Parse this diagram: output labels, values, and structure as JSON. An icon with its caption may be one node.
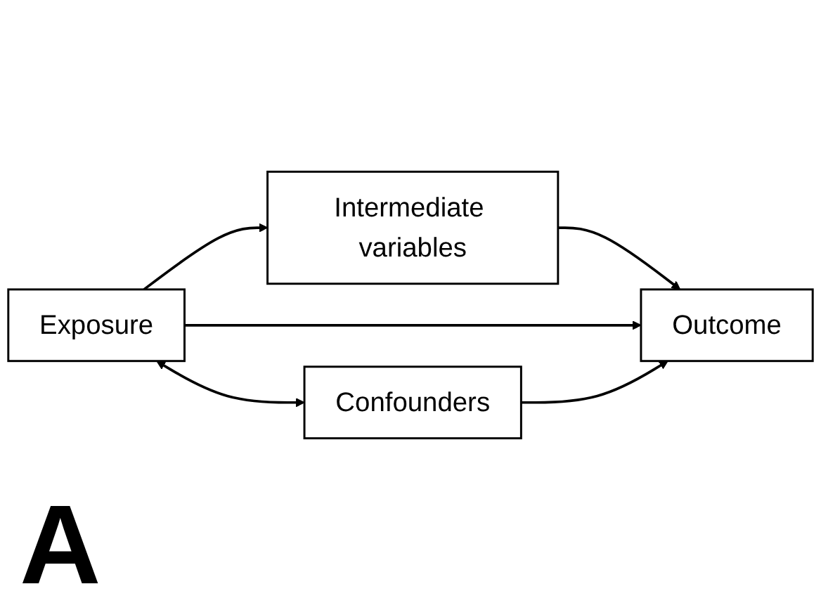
{
  "diagram": {
    "nodes": [
      {
        "text": [
          "Intermediate variables"
        ]
      },
      {
        "text": [
          "Exposure"
        ]
      },
      {
        "text": [
          "Outcome"
        ]
      },
      {
        "text": [
          "Confounders"
        ]
      }
    ],
    "edges": [
      {
        "from": 1,
        "to": 0,
        "arrow": "to"
      },
      {
        "from": 0,
        "to": 2,
        "arrow": "to"
      },
      {
        "from": 1,
        "to": 2,
        "arrow": "to"
      },
      {
        "from": 1,
        "to": 3,
        "arrow": "both"
      },
      {
        "from": 3,
        "to": 2,
        "arrow": "to"
      }
    ],
    "labels": [
      "A"
    ]
  }
}
